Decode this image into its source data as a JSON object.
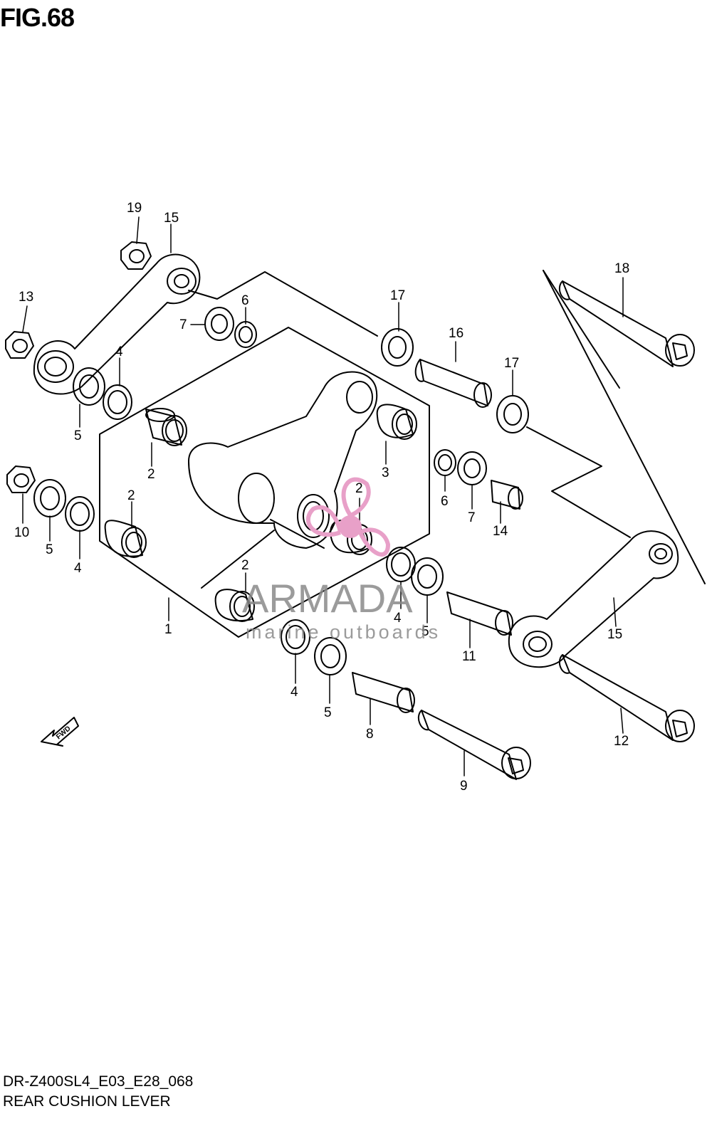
{
  "figure": {
    "title": "FIG.68",
    "code": "DR-Z400SL4_E03_E28_068",
    "caption": "REAR CUSHION LEVER"
  },
  "direction_marker": {
    "label": "FWD",
    "icon": "arrow-icon"
  },
  "watermark": {
    "word": "ARMADA",
    "tagline": "marine outboards",
    "accent_color": "#e8a0c8"
  },
  "part_labels": [
    "1",
    "2",
    "2",
    "2",
    "2",
    "2",
    "3",
    "4",
    "4",
    "4",
    "4",
    "5",
    "5",
    "5",
    "5",
    "5",
    "6",
    "6",
    "7",
    "7",
    "8",
    "9",
    "10",
    "11",
    "12",
    "13",
    "14",
    "15",
    "15",
    "16",
    "17",
    "17",
    "18",
    "19"
  ],
  "colors": {
    "line": "#000000",
    "background": "#ffffff"
  }
}
